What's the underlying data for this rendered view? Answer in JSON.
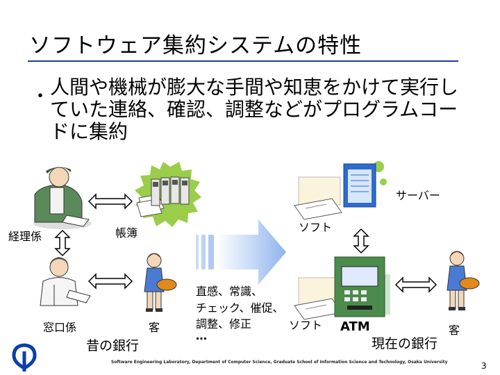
{
  "slide": {
    "title": "ソフトウェア集約システムの特性",
    "bullet": "人間や機械が膨大な手間や知恵をかけて実行していた連絡、確認、調整などがプログラムコードに集約",
    "bullet_marker": "・"
  },
  "diagram": {
    "old": {
      "accountant_label": "経理係",
      "ledger_label": "帳簿",
      "teller_label": "窓口係",
      "customer_label": "客",
      "caption": "昔の銀行"
    },
    "process_text": [
      "直感、常識、",
      "チェック、催促、",
      "調整、修正",
      "…"
    ],
    "new": {
      "server_label": "サーバー",
      "software_label_top": "ソフト",
      "software_label_bottom": "ソフト",
      "atm_label": "ATM",
      "customer_label": "客",
      "caption": "現在の銀行"
    }
  },
  "footer": {
    "text": "Software Engineering Laboratory, Department of Computer Science, Graduate School of Information Science and Technology, Osaka University",
    "page_number": "3"
  },
  "colors": {
    "title_rule": "#1e3c9a",
    "arrow_blue": "#8fb4ee",
    "logo_blue": "#0d3fa8",
    "atm_green": "#4b8b4b",
    "burst_green": "#9acd4a"
  }
}
